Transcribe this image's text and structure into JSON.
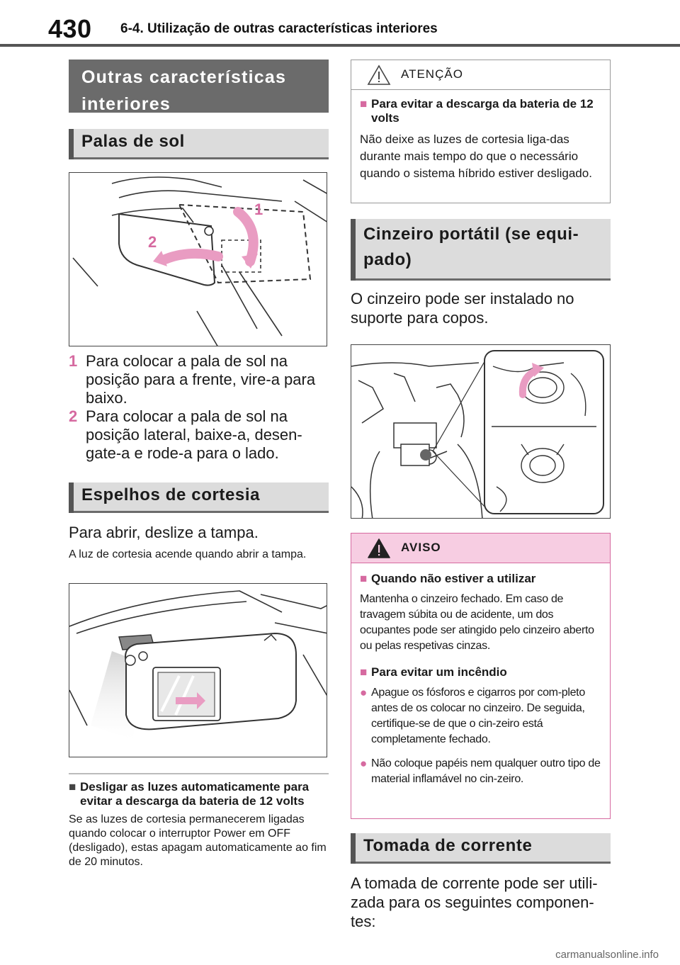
{
  "header": {
    "page_number": "430",
    "chapter": "6-4. Utilização de outras características interiores"
  },
  "left": {
    "main_title": "Outras características interiores",
    "sun_visors": {
      "title": "Palas de sol",
      "callout_1": "1",
      "callout_2": "2",
      "steps": [
        {
          "num": "1",
          "text": "Para colocar a pala de sol na posição para a frente, vire-a para baixo."
        },
        {
          "num": "2",
          "text": "Para colocar a pala de sol na posição lateral, baixe-a, desen-gate-a e rode-a para o lado."
        }
      ]
    },
    "vanity": {
      "title": "Espelhos de cortesia",
      "intro": "Para abrir, deslize a tampa.",
      "note": "A luz de cortesia acende quando abrir a tampa."
    },
    "auto_off": {
      "heading": "Desligar as luzes automaticamente para evitar a descarga da bateria de 12 volts",
      "text": "Se as luzes de cortesia permanecerem ligadas quando colocar o interruptor Power em OFF (desligado), estas apagam automaticamente ao fim de 20 minutos."
    }
  },
  "right": {
    "attention": {
      "label": "ATENÇÃO",
      "heading": "Para evitar a descarga da bateria de 12 volts",
      "text": "Não deixe as luzes de cortesia liga-das durante mais tempo do que o necessário quando o sistema híbrido estiver desligado."
    },
    "ashtray": {
      "title": "Cinzeiro portátil (se equi-pado)",
      "intro": "O cinzeiro pode ser instalado no suporte para copos."
    },
    "warning": {
      "label": "AVISO",
      "heading1": "Quando não estiver a utilizar",
      "text1": "Mantenha o cinzeiro fechado. Em caso de travagem súbita ou de acidente, um dos ocupantes pode ser atingido pelo cinzeiro aberto ou pelas respetivas cinzas.",
      "heading2": "Para evitar um incêndio",
      "bullets": [
        "Apague os fósforos e cigarros por com-pleto antes de os colocar no cinzeiro. De seguida, certifique-se de que o cin-zeiro está completamente fechado.",
        "Não coloque papéis nem qualquer outro tipo de material inflamável no cin-zeiro."
      ]
    },
    "power_outlet": {
      "title": "Tomada de corrente",
      "intro": "A tomada de corrente pode ser utili-zada para os seguintes componen-tes:"
    }
  },
  "footer": {
    "watermark": "carmanualsonline.info"
  },
  "colors": {
    "accent": "#d66aa0",
    "banner_dark": "#6b6b6b",
    "banner_light": "#dcdcdc",
    "warning_fill": "#f7cde2"
  }
}
